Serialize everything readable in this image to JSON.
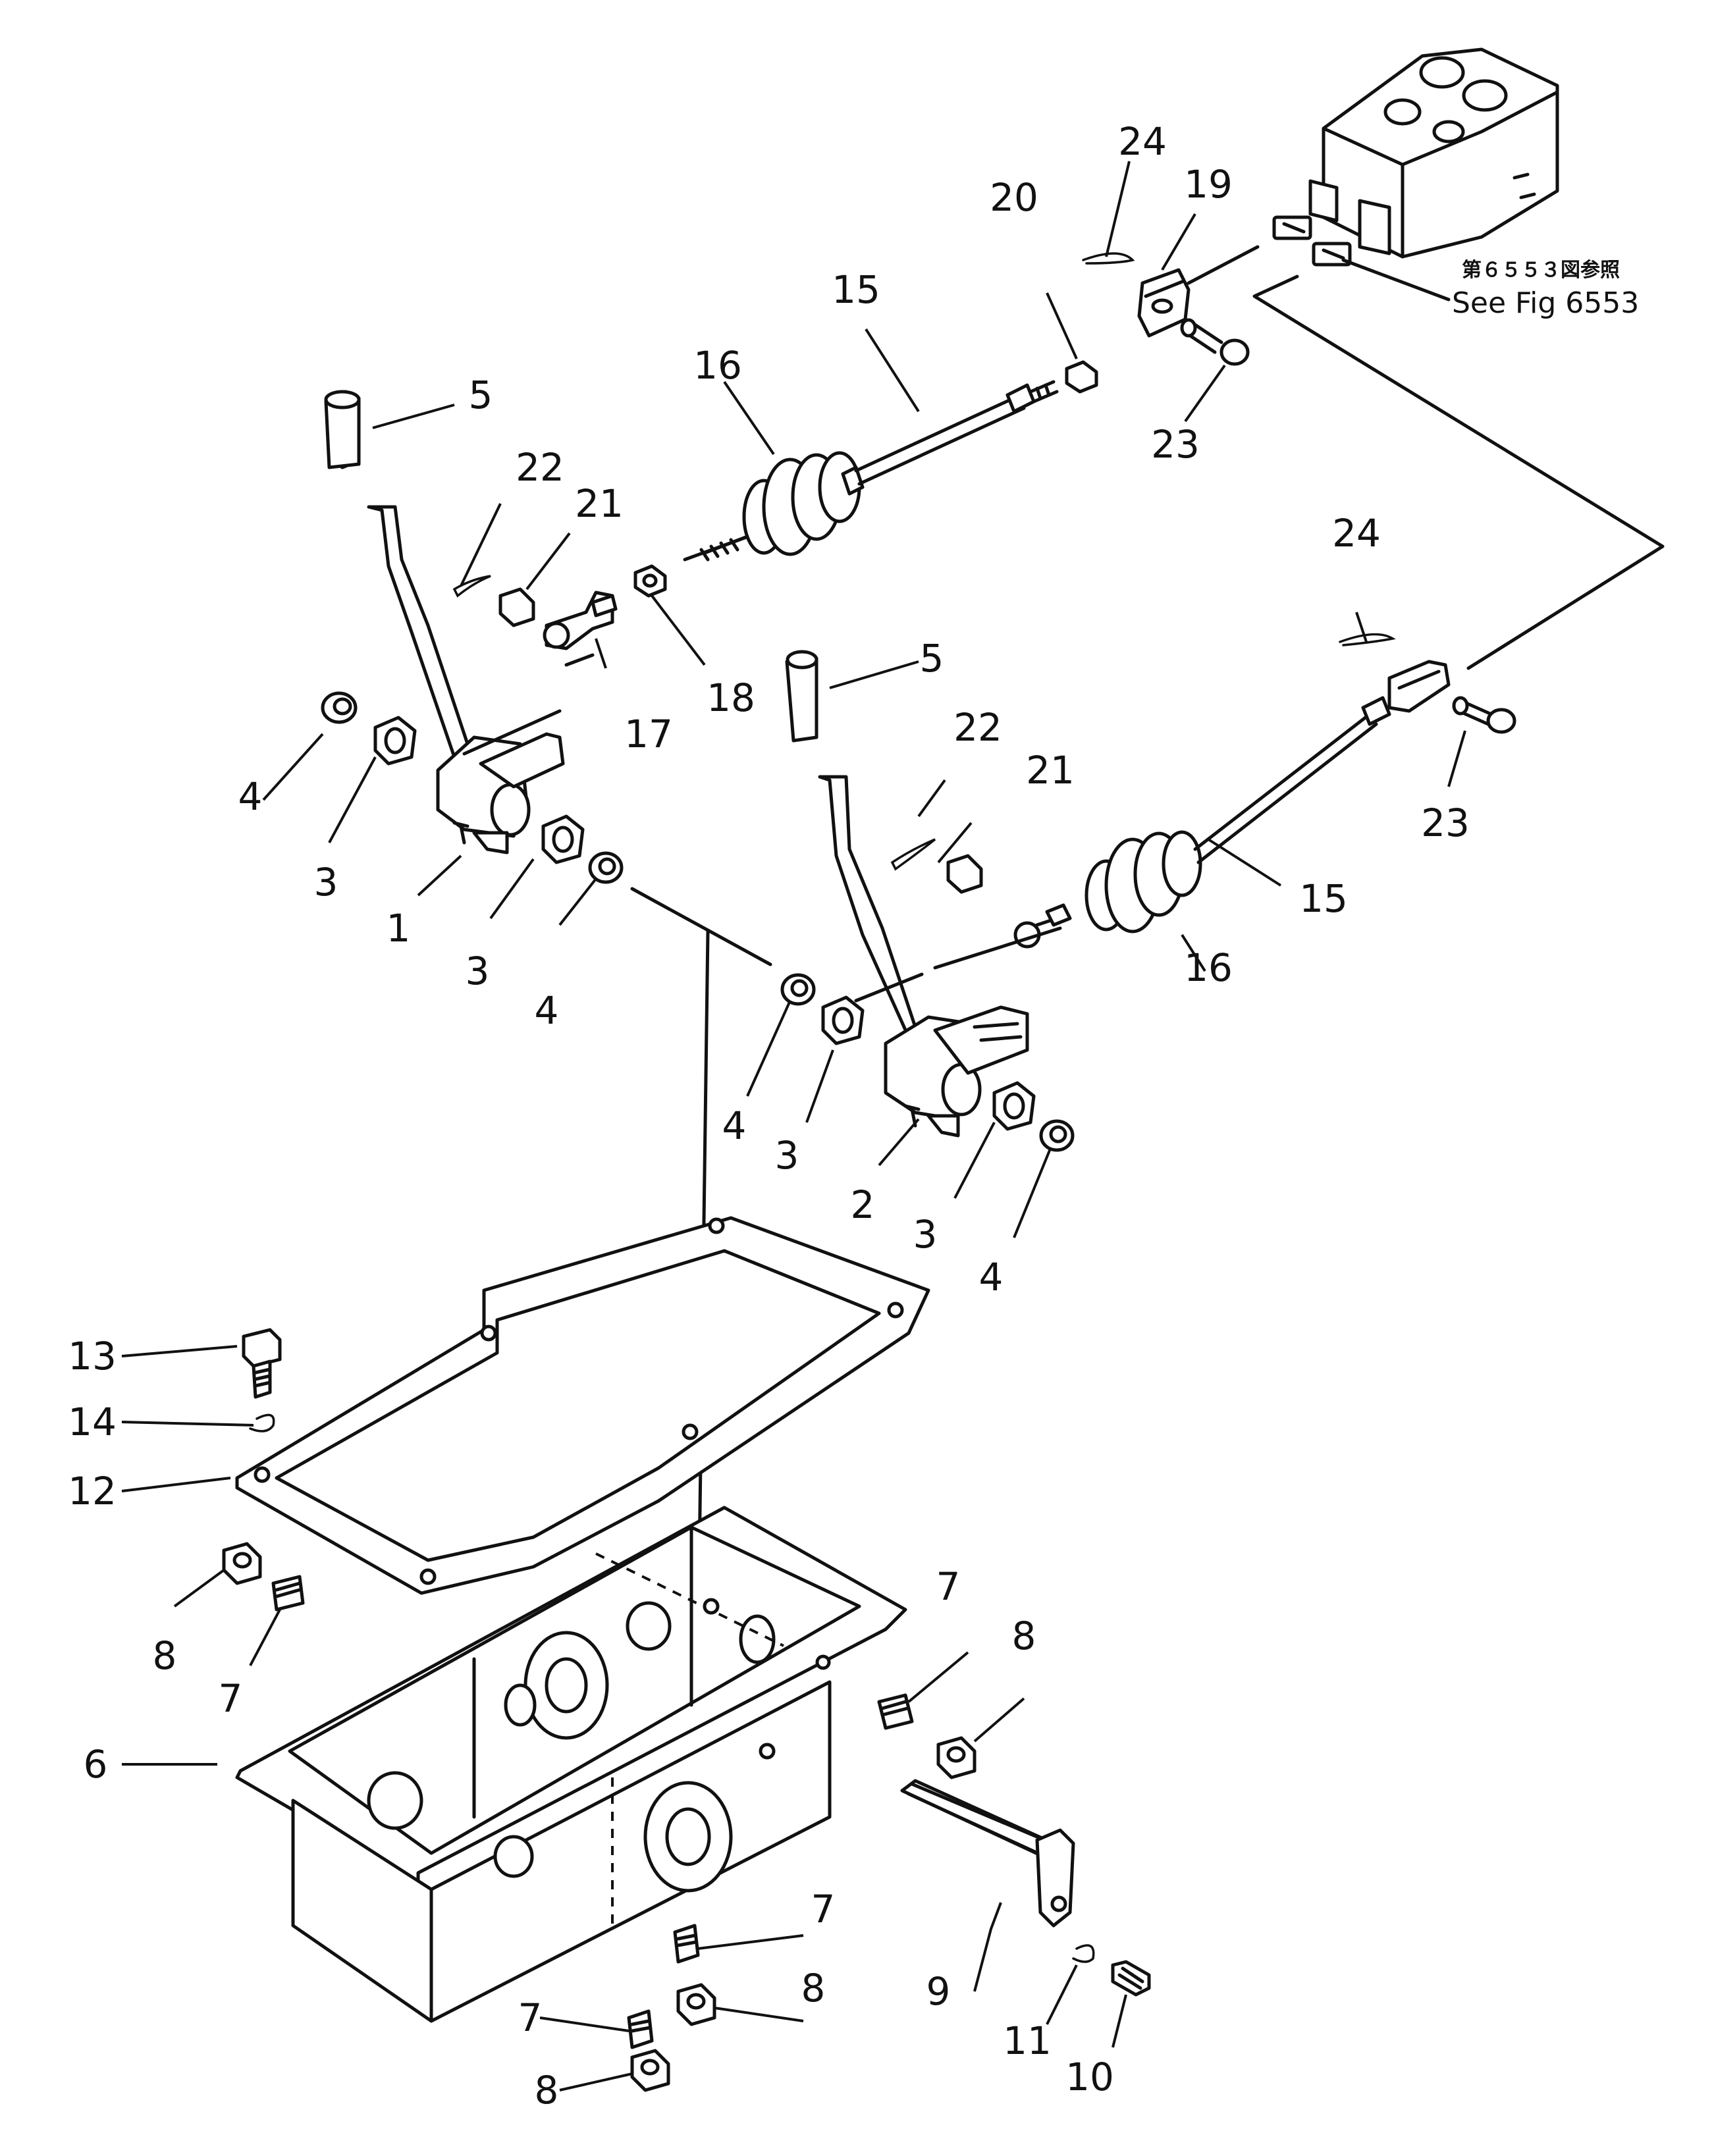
{
  "diagram": {
    "reference_note": {
      "japanese": "第６５５３図参照",
      "english": "See Fig 6553"
    },
    "callouts": [
      "1",
      "2",
      "3",
      "4",
      "5",
      "6",
      "7",
      "8",
      "9",
      "10",
      "11",
      "12",
      "13",
      "14",
      "15",
      "16",
      "17",
      "18",
      "19",
      "20",
      "21",
      "22",
      "23",
      "24"
    ]
  }
}
